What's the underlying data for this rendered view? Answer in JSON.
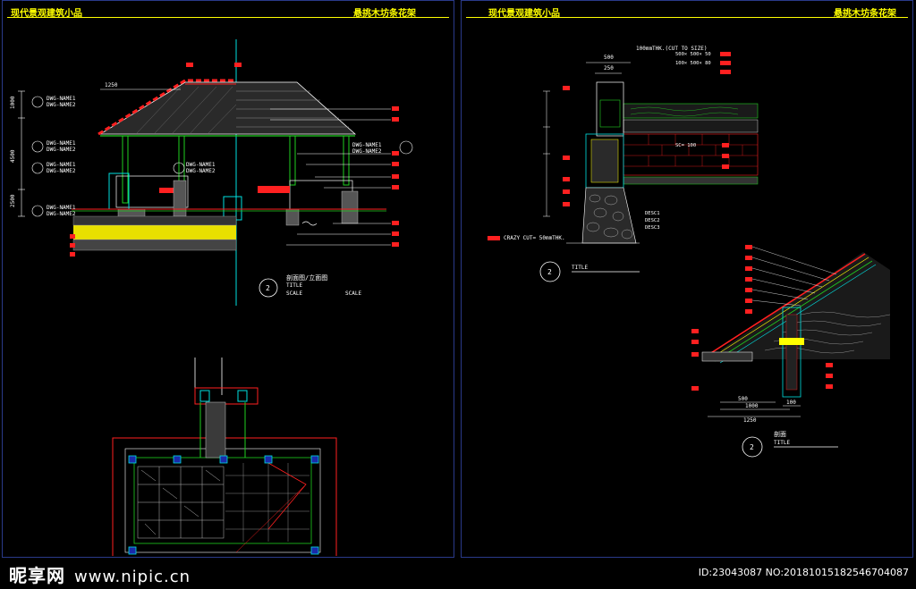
{
  "left_sheet": {
    "header_left": "现代景观建筑小品",
    "header_right": "悬挑木坊条花架",
    "section_caption": "剖面图/立面图",
    "title_tag": "TITLE",
    "scale_1": "SCALE",
    "scale_2": "SCALE",
    "detail_no": "2",
    "dwg_labels": [
      "DWG-NAME1",
      "DWG-NAME2"
    ],
    "dims": [
      "1250",
      "4500",
      "2500",
      "1000"
    ]
  },
  "right_sheet": {
    "header_left": "现代景观建筑小品",
    "header_right": "悬挑木坊条花架",
    "note_top": "100mmTHK.(CUT TO SIZE)",
    "dim_top_1": "500",
    "dim_top_2": "250",
    "callouts": [
      "500× 500× 50",
      "100× 500× 80",
      "SC= 100"
    ],
    "crazy_cut": "CRAZY CUT= 50mmTHK.",
    "desc": [
      "DESC1",
      "DESC2",
      "DESC3"
    ],
    "detail1_title": "TITLE",
    "detail1_no": "2",
    "detail2_caption": "剖面",
    "detail2_title": "TITLE",
    "detail2_no": "2",
    "bottom_dims": [
      "500",
      "1000",
      "1250",
      "100"
    ]
  },
  "watermark": {
    "brand": "昵享网",
    "url": "www.nipic.cn",
    "id_text": "ID:23043087 NO:20181015182546704087"
  },
  "colors": {
    "header": "#ffff00",
    "frame": "#2a3a8a",
    "roof_red": "#ff2020",
    "green": "#20d020",
    "cyan": "#00e0e0",
    "yellow_fill": "#e8e000",
    "white": "#ffffff"
  }
}
